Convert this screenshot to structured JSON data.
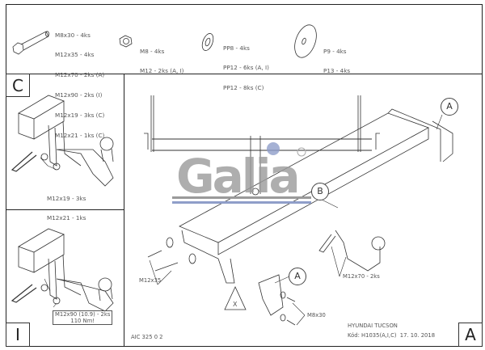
{
  "parts": {
    "bolts": [
      "M8x30 - 4ks",
      "M12x35 - 4ks",
      "M12x70 - 2ks (A)",
      "M12x90 - 2ks (I)",
      "M12x19 - 3ks (C)",
      "M12x21 - 1ks (C)"
    ],
    "nuts": [
      "M8 - 4ks",
      "M12 - 2ks (A, I)"
    ],
    "washers": [
      "PP8 - 4ks",
      "PP12 - 6ks (A, I)",
      "PP12 - 8ks (C)"
    ],
    "large_washers": [
      "P9 - 4ks",
      "P13 - 4ks"
    ]
  },
  "panel_c": {
    "label": "C",
    "note": [
      "M12x19 - 3ks",
      "M12x21 - 1ks"
    ]
  },
  "panel_i": {
    "label": "I",
    "note": [
      "M12x90 (10.9) - 2ks",
      "110 Nm!"
    ]
  },
  "main": {
    "label": "A",
    "callouts": {
      "a_top": "A",
      "b": "B",
      "a_bottom": "A",
      "x": "X"
    },
    "notes": {
      "m12x35": "M12x35",
      "m12x70": "M12x70 - 2ks",
      "m8x30": "M8x30"
    },
    "drawing_code": "AIC 325 0 2",
    "vehicle": "HYUNDAI TUCSON",
    "code_date": "Kód: H1035(A,I,C)  17. 10. 2018"
  },
  "logo": {
    "text": "Galia",
    "mark": "®",
    "colors": {
      "gray": "#9a9a9a",
      "blue": "#8f9ec9"
    }
  }
}
